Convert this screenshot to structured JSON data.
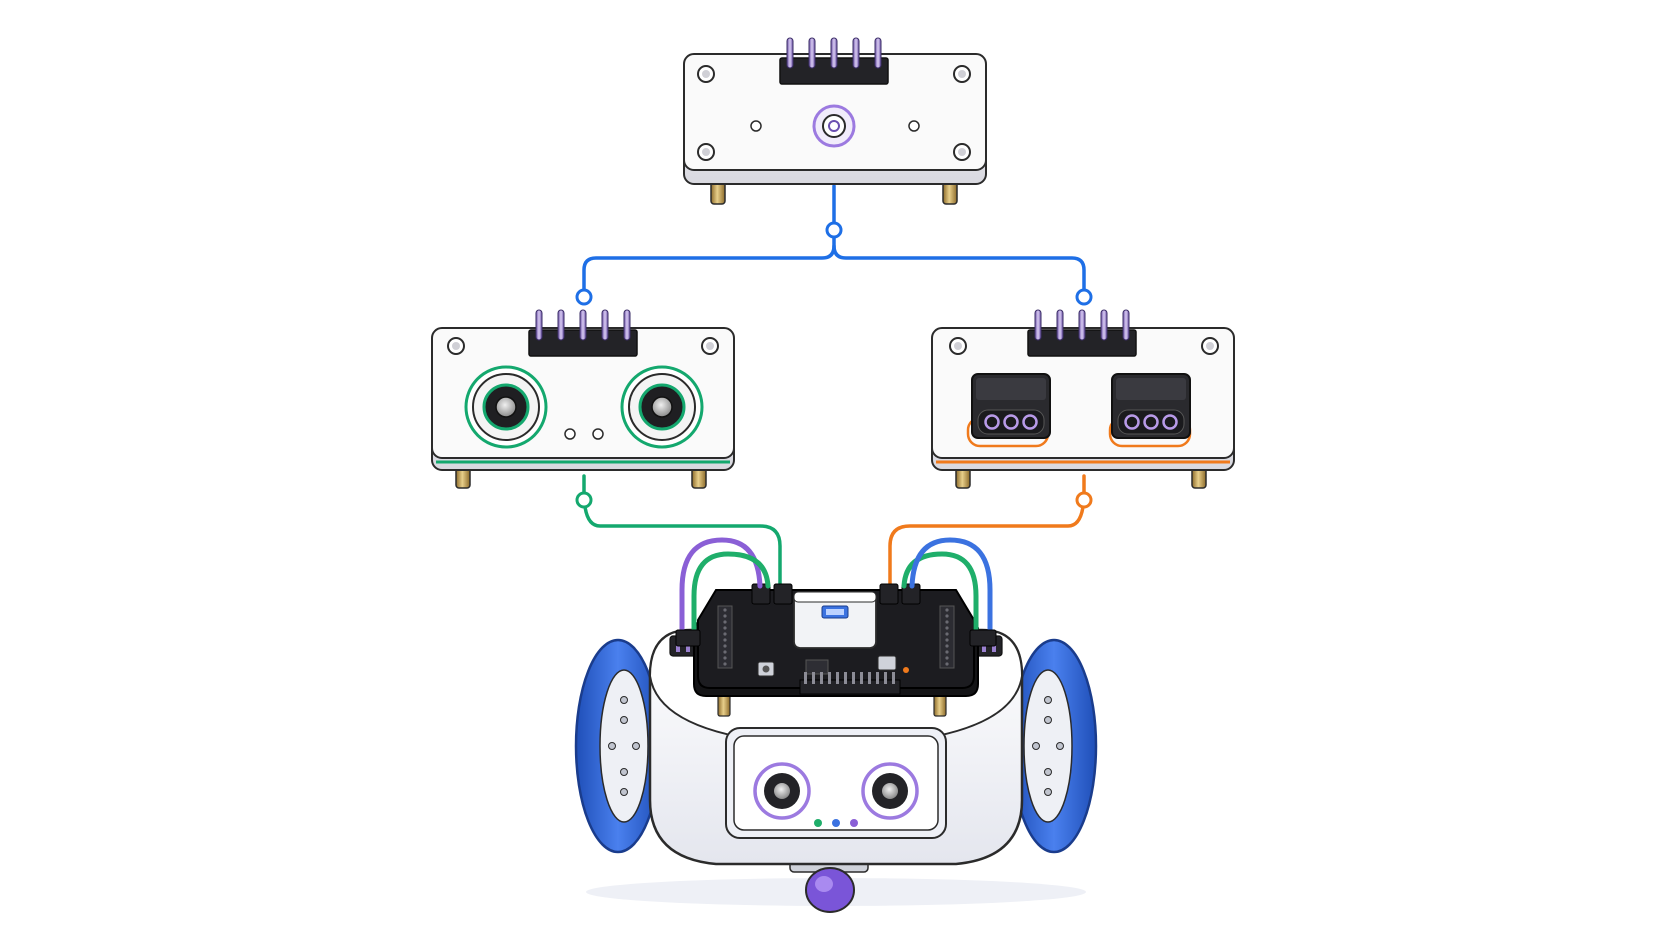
{
  "colors": {
    "background": "#ffffff",
    "outline": "#2b2b2b",
    "board_fill": "#fafafa",
    "board_side": "#e9e9ee",
    "link_top": "#1e6fe6",
    "link_left": "#14a86e",
    "link_right": "#f07a1c",
    "header_dark": "#232327",
    "pin_metal": "#9a80cf",
    "standoff_brass": "#c9a45a",
    "pcb_black": "#1c1c20",
    "wheel_blue": "#2f63d6",
    "caster_purple": "#7a55d8",
    "wire_purple": "#8a5fd6",
    "wire_green": "#1fae6a",
    "wire_blue": "#3b72e0",
    "eye_ring_purple": "#9c7ae0",
    "led_green": "#1fae6a",
    "led_blue": "#3b72e0",
    "led_purple": "#8a5fd6"
  },
  "diagram": {
    "nodes": [
      {
        "id": "top-module",
        "kind": "sensor-board",
        "sensor": "single-lens-sensor-icon",
        "accent": "purple"
      },
      {
        "id": "ultrasonic-module",
        "kind": "sensor-board",
        "sensor": "ultrasonic-transducer-icon",
        "accent": "green"
      },
      {
        "id": "connector-module",
        "kind": "sensor-board",
        "sensor": "3-pin-connector-icon",
        "accent": "orange"
      },
      {
        "id": "robot-car",
        "kind": "robot",
        "sensor": "robot-icon",
        "accent": "blue"
      }
    ],
    "edges": [
      {
        "from": "top-module",
        "to": "ultrasonic-module",
        "color": "blue"
      },
      {
        "from": "top-module",
        "to": "connector-module",
        "color": "blue"
      },
      {
        "from": "ultrasonic-module",
        "to": "robot-car",
        "color": "green"
      },
      {
        "from": "connector-module",
        "to": "robot-car",
        "color": "orange"
      }
    ]
  }
}
